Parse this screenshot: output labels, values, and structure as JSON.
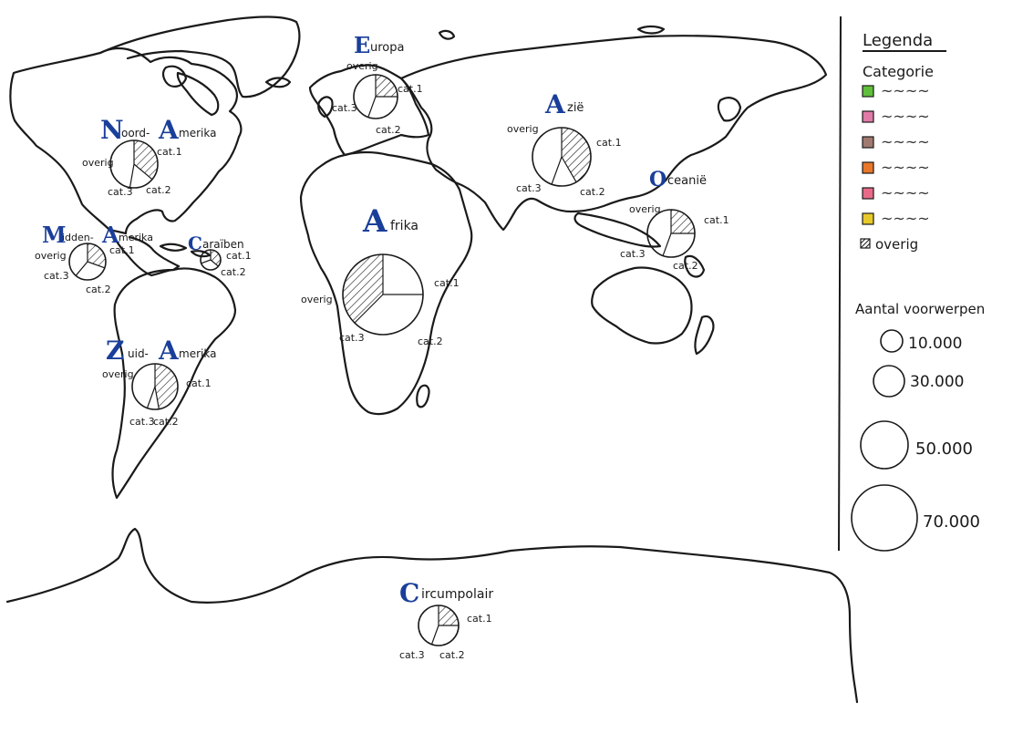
{
  "legend": {
    "title": "Legenda",
    "category_heading": "Categorie",
    "items": [
      {
        "color": "#5fbf3a",
        "label": "~~~~"
      },
      {
        "color": "#e07aa6",
        "label": "~~~~"
      },
      {
        "color": "#a07a70",
        "label": "~~~~"
      },
      {
        "color": "#e8772a",
        "label": "~~~~"
      },
      {
        "color": "#e86a88",
        "label": "~~~~"
      },
      {
        "color": "#e8c92a",
        "label": "~~~~"
      }
    ],
    "other_label": "overig",
    "size_heading": "Aantal voorwerpen",
    "sizes": [
      {
        "label": "10.000"
      },
      {
        "label": "30.000"
      },
      {
        "label": "50.000"
      },
      {
        "label": "70.000"
      }
    ]
  },
  "regions": [
    {
      "cap": "N",
      "rest": "oord-",
      "cap2": "A",
      "rest2": "merika",
      "labels": {
        "cat1": "cat.1",
        "cat2": "cat.2",
        "cat3": "cat.3",
        "other": "overig"
      }
    },
    {
      "cap": "E",
      "rest": "uropa",
      "labels": {
        "cat1": "cat.1",
        "cat2": "cat.2",
        "cat3": "cat.3",
        "other": "overig"
      }
    },
    {
      "cap": "A",
      "rest": "zië",
      "labels": {
        "cat1": "cat.1",
        "cat2": "cat.2",
        "cat3": "cat.3",
        "other": "overig"
      }
    },
    {
      "cap": "M",
      "rest": "idden-",
      "cap2": "A",
      "rest2": "merika",
      "labels": {
        "cat1": "cat.1",
        "cat2": "cat.2",
        "cat3": "cat.3",
        "other": "overig"
      }
    },
    {
      "cap": "C",
      "rest": "araïben",
      "labels": {
        "cat1": "cat.1",
        "cat2": "cat.2"
      }
    },
    {
      "cap": "A",
      "rest": "frika",
      "labels": {
        "cat1": "cat.1",
        "cat2": "cat.2",
        "cat3": "cat.3",
        "other": "overig"
      }
    },
    {
      "cap": "O",
      "rest": "ceanië",
      "labels": {
        "cat1": "cat.1",
        "cat2": "cat.2",
        "cat3": "cat.3",
        "other": "overig"
      }
    },
    {
      "cap": "Z",
      "rest": "uid-",
      "cap2": "A",
      "rest2": "merika",
      "labels": {
        "cat1": "cat.1",
        "cat2": "cat.2",
        "cat3": "cat.3",
        "other": "overig"
      }
    },
    {
      "cap": "C",
      "rest": "ircumpolair",
      "labels": {
        "cat1": "cat.1",
        "cat2": "cat.2",
        "cat3": "cat.3"
      }
    }
  ]
}
